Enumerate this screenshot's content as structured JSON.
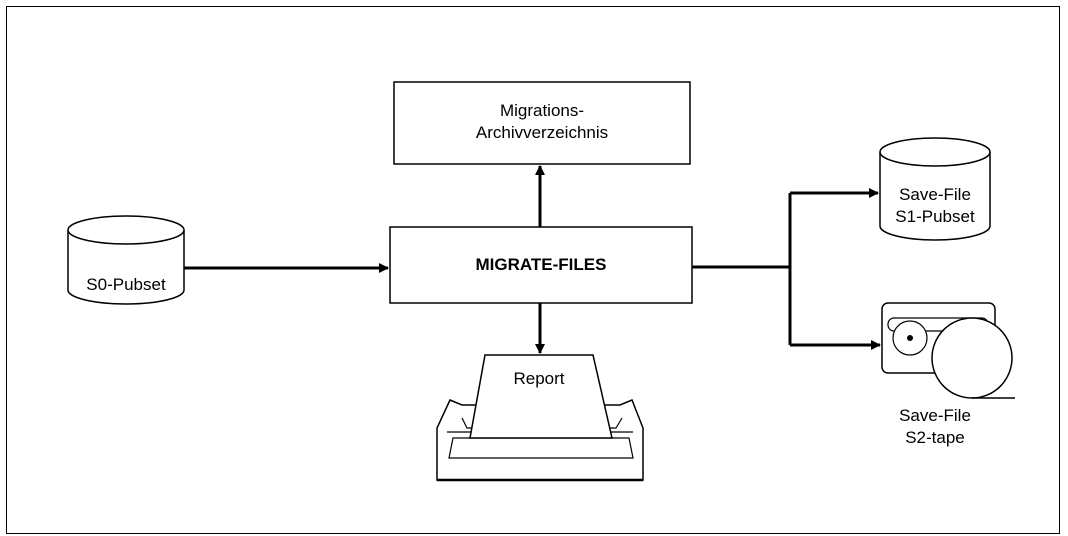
{
  "nodes": {
    "archive": {
      "line1": "Migrations-",
      "line2": "Archivverzeichnis"
    },
    "main": {
      "label": "MIGRATE-FILES"
    },
    "source": {
      "label": "S0-Pubset"
    },
    "report": {
      "label": "Report"
    },
    "save_disk": {
      "line1": "Save-File",
      "line2": "S1-Pubset"
    },
    "save_tape": {
      "line1": "Save-File",
      "line2": "S2-tape"
    }
  }
}
